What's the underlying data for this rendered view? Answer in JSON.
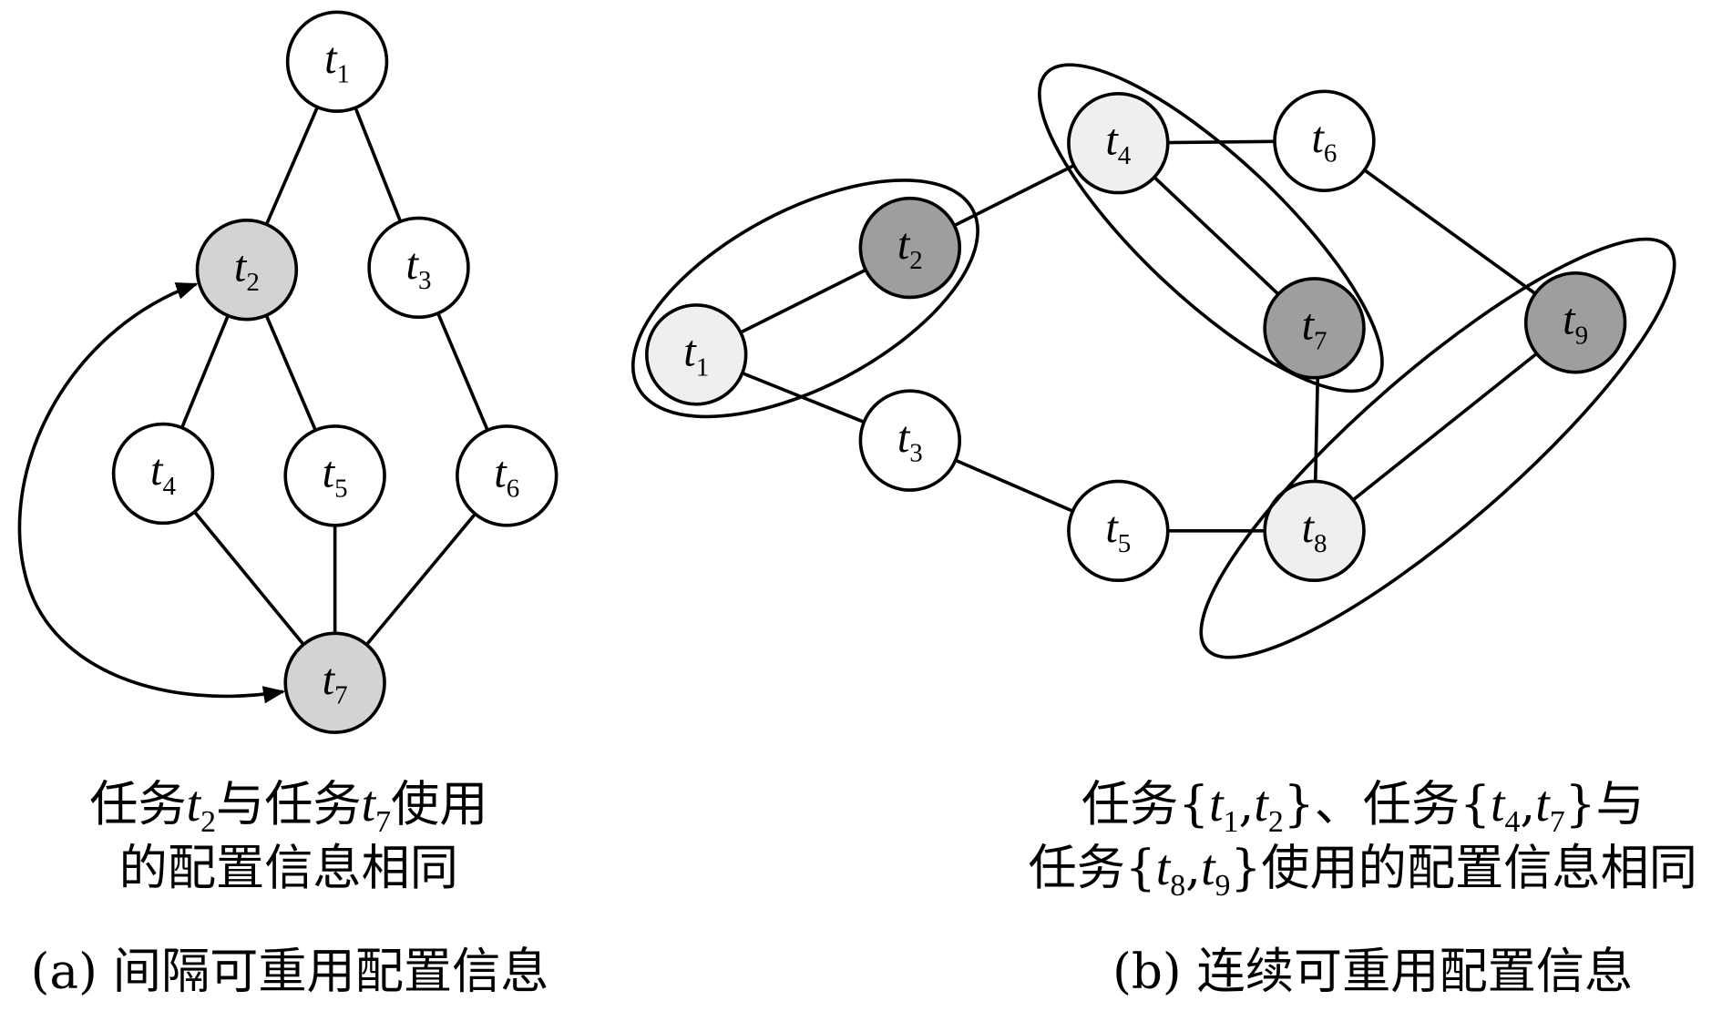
{
  "panel_a": {
    "nodes": [
      {
        "label": "t",
        "sub": "1",
        "fill": "#ffffff"
      },
      {
        "label": "t",
        "sub": "2",
        "fill": "#d3d3d3"
      },
      {
        "label": "t",
        "sub": "3",
        "fill": "#ffffff"
      },
      {
        "label": "t",
        "sub": "4",
        "fill": "#ffffff"
      },
      {
        "label": "t",
        "sub": "5",
        "fill": "#ffffff"
      },
      {
        "label": "t",
        "sub": "6",
        "fill": "#ffffff"
      },
      {
        "label": "t",
        "sub": "7",
        "fill": "#d3d3d3"
      }
    ],
    "caption_line1": [
      "任务",
      "t",
      "2",
      "与任务",
      "t",
      "7",
      "使用"
    ],
    "caption_line2": "的配置信息相同",
    "subcaption": "(a) 间隔可重用配置信息"
  },
  "panel_b": {
    "nodes": [
      {
        "label": "t",
        "sub": "1",
        "fill": "#efefef"
      },
      {
        "label": "t",
        "sub": "2",
        "fill": "#9e9e9e"
      },
      {
        "label": "t",
        "sub": "3",
        "fill": "#ffffff"
      },
      {
        "label": "t",
        "sub": "4",
        "fill": "#efefef"
      },
      {
        "label": "t",
        "sub": "5",
        "fill": "#ffffff"
      },
      {
        "label": "t",
        "sub": "6",
        "fill": "#ffffff"
      },
      {
        "label": "t",
        "sub": "7",
        "fill": "#9e9e9e"
      },
      {
        "label": "t",
        "sub": "8",
        "fill": "#efefef"
      },
      {
        "label": "t",
        "sub": "9",
        "fill": "#9e9e9e"
      }
    ],
    "caption_line1": [
      "任务{",
      "t",
      "1",
      ",",
      "t",
      "2",
      "}、任务{",
      "t",
      "4",
      ",",
      "t",
      "7",
      "}与"
    ],
    "caption_line2": [
      "任务{",
      "t",
      "8",
      ",",
      "t",
      "9",
      "}使用的配置信息相同"
    ],
    "subcaption": "(b) 连续可重用配置信息"
  }
}
